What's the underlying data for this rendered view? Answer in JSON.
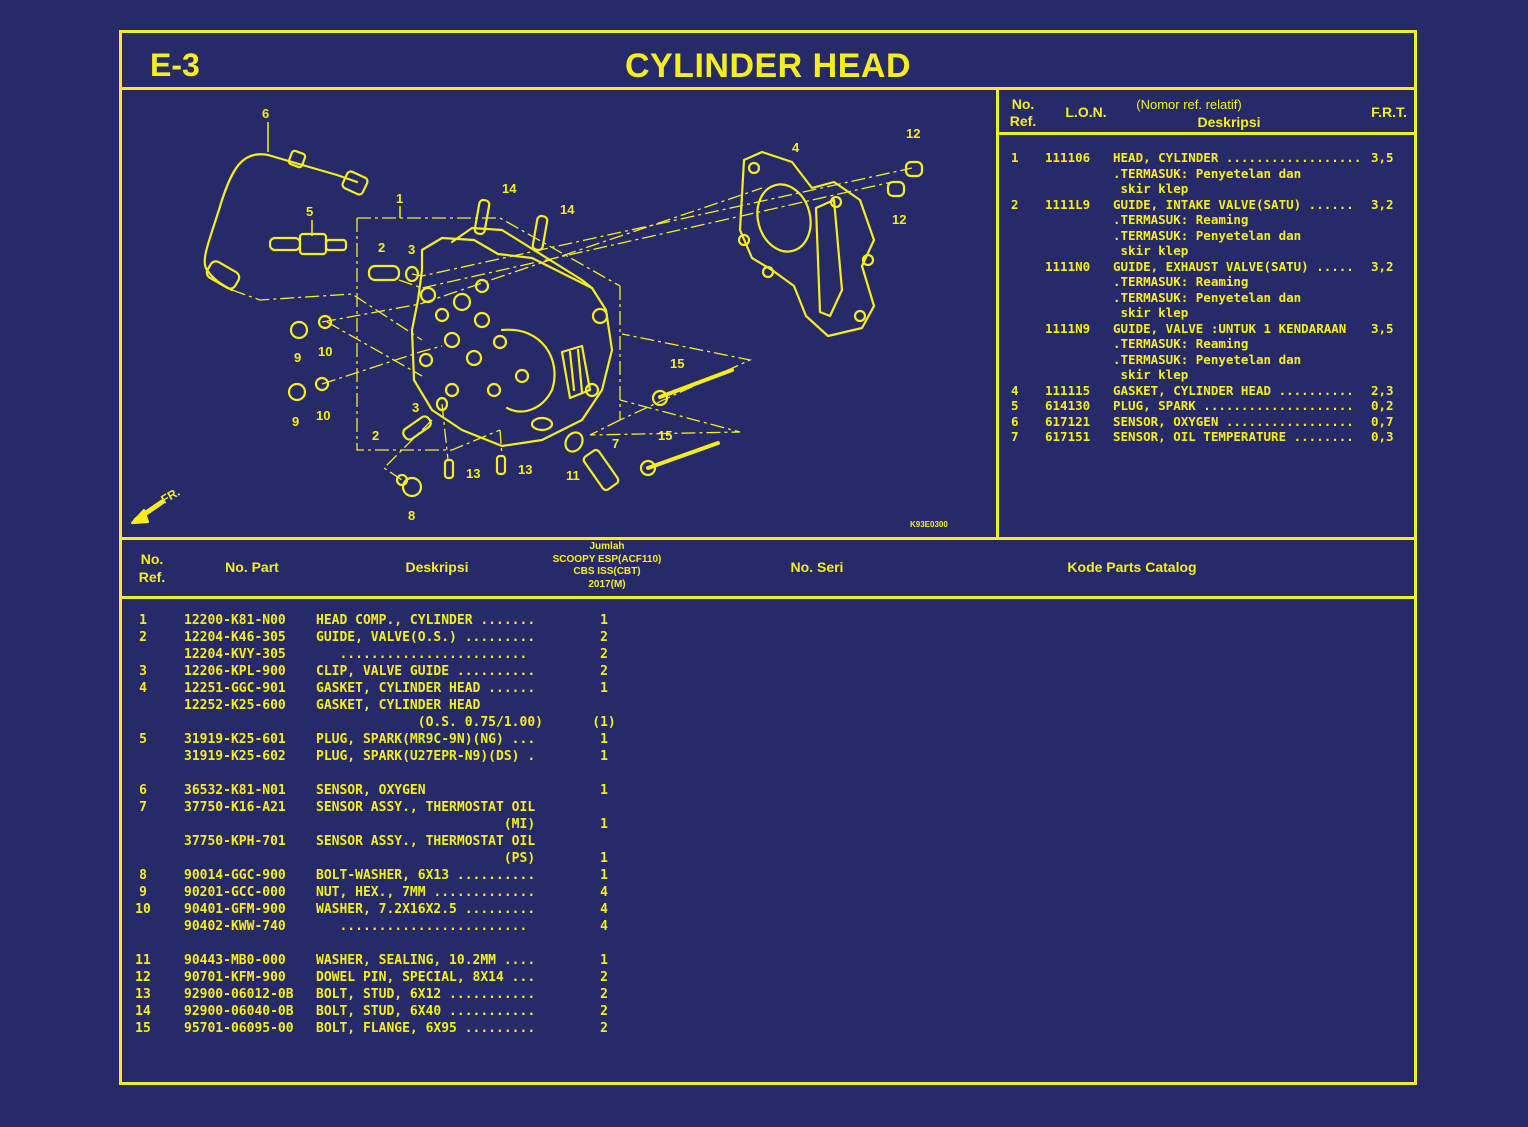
{
  "header": {
    "page_code": "E-3",
    "title": "CYLINDER HEAD"
  },
  "diagram": {
    "figure_code": "K93E0300",
    "front_indicator": "FR.",
    "callouts": [
      "1",
      "2",
      "3",
      "4",
      "5",
      "6",
      "7",
      "8",
      "9",
      "10",
      "11",
      "12",
      "13",
      "14",
      "15"
    ]
  },
  "ref_table": {
    "headers": {
      "no_ref": "No. Ref.",
      "lon": "L.O.N.",
      "note": "(Nomor ref. relatif)",
      "desc": "Deskripsi",
      "frt": "F.R.T."
    },
    "rows": [
      {
        "ref": "1",
        "lon": "111106",
        "desc": "HEAD, CYLINDER ..................",
        "frt": "3,5"
      },
      {
        "ref": "",
        "lon": "",
        "desc": ".TERMASUK: Penyetelan dan",
        "frt": ""
      },
      {
        "ref": "",
        "lon": "",
        "desc": " skir klep",
        "frt": ""
      },
      {
        "ref": "2",
        "lon": "1111L9",
        "desc": "GUIDE, INTAKE VALVE(SATU) ......",
        "frt": "3,2"
      },
      {
        "ref": "",
        "lon": "",
        "desc": ".TERMASUK: Reaming",
        "frt": ""
      },
      {
        "ref": "",
        "lon": "",
        "desc": ".TERMASUK: Penyetelan dan",
        "frt": ""
      },
      {
        "ref": "",
        "lon": "",
        "desc": " skir klep",
        "frt": ""
      },
      {
        "ref": "",
        "lon": "1111N0",
        "desc": "GUIDE, EXHAUST VALVE(SATU) .....",
        "frt": "3,2"
      },
      {
        "ref": "",
        "lon": "",
        "desc": ".TERMASUK: Reaming",
        "frt": ""
      },
      {
        "ref": "",
        "lon": "",
        "desc": ".TERMASUK: Penyetelan dan",
        "frt": ""
      },
      {
        "ref": "",
        "lon": "",
        "desc": " skir klep",
        "frt": ""
      },
      {
        "ref": "",
        "lon": "1111N9",
        "desc": "GUIDE, VALVE :UNTUK 1 KENDARAAN",
        "frt": "3,5"
      },
      {
        "ref": "",
        "lon": "",
        "desc": ".TERMASUK: Reaming",
        "frt": ""
      },
      {
        "ref": "",
        "lon": "",
        "desc": ".TERMASUK: Penyetelan dan",
        "frt": ""
      },
      {
        "ref": "",
        "lon": "",
        "desc": " skir klep",
        "frt": ""
      },
      {
        "ref": "4",
        "lon": "111115",
        "desc": "GASKET, CYLINDER HEAD ..........",
        "frt": "2,3"
      },
      {
        "ref": "5",
        "lon": "614130",
        "desc": "PLUG, SPARK ....................",
        "frt": "0,2"
      },
      {
        "ref": "6",
        "lon": "617121",
        "desc": "SENSOR, OXYGEN .................",
        "frt": "0,7"
      },
      {
        "ref": "7",
        "lon": "617151",
        "desc": "SENSOR, OIL TEMPERATURE ........",
        "frt": "0,3"
      }
    ]
  },
  "parts_table": {
    "headers": {
      "no_ref": "No. Ref.",
      "no_part": "No. Part",
      "desc": "Deskripsi",
      "qty_title": "Jumlah",
      "qty_model": "SCOOPY ESP(ACF110)",
      "qty_variant": "CBS ISS(CBT)",
      "qty_year": "2017(M)",
      "serial": "No. Seri",
      "catalog_code": "Kode Parts Catalog"
    },
    "rows": [
      {
        "ref": "1",
        "part": "12200-K81-N00",
        "desc": "HEAD COMP., CYLINDER .......",
        "qty": "1"
      },
      {
        "ref": "2",
        "part": "12204-K46-305",
        "desc": "GUIDE, VALVE(O.S.) .........",
        "qty": "2"
      },
      {
        "ref": "",
        "part": "12204-KVY-305",
        "desc": "   ........................",
        "qty": "2"
      },
      {
        "ref": "3",
        "part": "12206-KPL-900",
        "desc": "CLIP, VALVE GUIDE ..........",
        "qty": "2"
      },
      {
        "ref": "4",
        "part": "12251-GGC-901",
        "desc": "GASKET, CYLINDER HEAD ......",
        "qty": "1"
      },
      {
        "ref": "",
        "part": "12252-K25-600",
        "desc": "GASKET, CYLINDER HEAD",
        "qty": ""
      },
      {
        "ref": "",
        "part": "",
        "desc": "             (O.S. 0.75/1.00)",
        "qty": "(1)"
      },
      {
        "ref": "5",
        "part": "31919-K25-601",
        "desc": "PLUG, SPARK(MR9C-9N)(NG) ...",
        "qty": "1"
      },
      {
        "ref": "",
        "part": "31919-K25-602",
        "desc": "PLUG, SPARK(U27EPR-N9)(DS) .",
        "qty": "1"
      },
      {
        "ref": "",
        "part": "",
        "desc": "",
        "qty": ""
      },
      {
        "ref": "6",
        "part": "36532-K81-N01",
        "desc": "SENSOR, OXYGEN",
        "qty": "1"
      },
      {
        "ref": "7",
        "part": "37750-K16-A21",
        "desc": "SENSOR ASSY., THERMOSTAT OIL",
        "qty": ""
      },
      {
        "ref": "",
        "part": "",
        "desc": "                        (MI)",
        "qty": "1"
      },
      {
        "ref": "",
        "part": "37750-KPH-701",
        "desc": "SENSOR ASSY., THERMOSTAT OIL",
        "qty": ""
      },
      {
        "ref": "",
        "part": "",
        "desc": "                        (PS)",
        "qty": "1"
      },
      {
        "ref": "8",
        "part": "90014-GGC-900",
        "desc": "BOLT-WASHER, 6X13 ..........",
        "qty": "1"
      },
      {
        "ref": "9",
        "part": "90201-GCC-000",
        "desc": "NUT, HEX., 7MM .............",
        "qty": "4"
      },
      {
        "ref": "10",
        "part": "90401-GFM-900",
        "desc": "WASHER, 7.2X16X2.5 .........",
        "qty": "4"
      },
      {
        "ref": "",
        "part": "90402-KWW-740",
        "desc": "   ........................",
        "qty": "4"
      },
      {
        "ref": "",
        "part": "",
        "desc": "",
        "qty": ""
      },
      {
        "ref": "11",
        "part": "90443-MB0-000",
        "desc": "WASHER, SEALING, 10.2MM ....",
        "qty": "1"
      },
      {
        "ref": "12",
        "part": "90701-KFM-900",
        "desc": "DOWEL PIN, SPECIAL, 8X14 ...",
        "qty": "2"
      },
      {
        "ref": "13",
        "part": "92900-06012-0B",
        "desc": "BOLT, STUD, 6X12 ...........",
        "qty": "2"
      },
      {
        "ref": "14",
        "part": "92900-06040-0B",
        "desc": "BOLT, STUD, 6X40 ...........",
        "qty": "2"
      },
      {
        "ref": "15",
        "part": "95701-06095-00",
        "desc": "BOLT, FLANGE, 6X95 .........",
        "qty": "2"
      }
    ]
  },
  "colors": {
    "background": "#272a68",
    "ink": "#f5ee1a"
  }
}
